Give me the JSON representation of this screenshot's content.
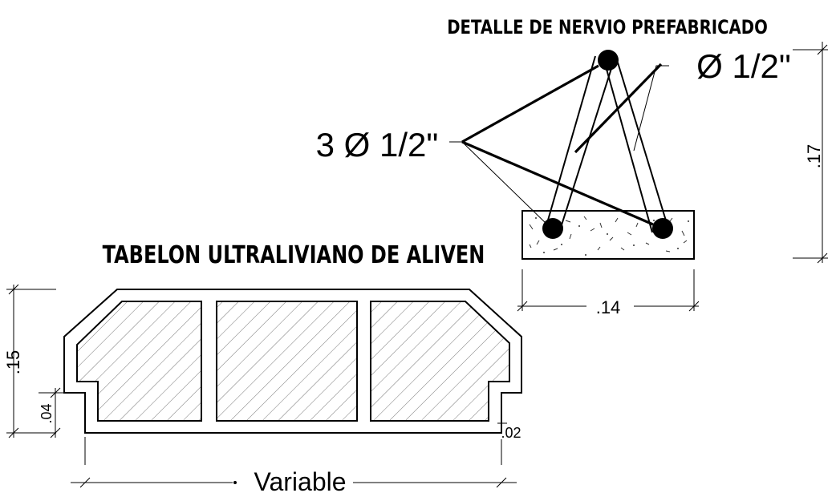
{
  "titles": {
    "rib_detail": "DETALLE DE NERVIO PREFABRICADO",
    "block": "TABELON ULTRALIVIANO DE ALIVEN"
  },
  "callouts": {
    "top_bar": "Ø 1/2\"",
    "bottom_bars": "3 Ø 1/2\""
  },
  "dimensions": {
    "rib_height": ".17",
    "rib_width": ".14",
    "block_height": ".15",
    "block_step": ".04",
    "block_lip": ".02",
    "block_length": "Variable"
  },
  "colors": {
    "line": "#000000",
    "background": "#ffffff"
  }
}
